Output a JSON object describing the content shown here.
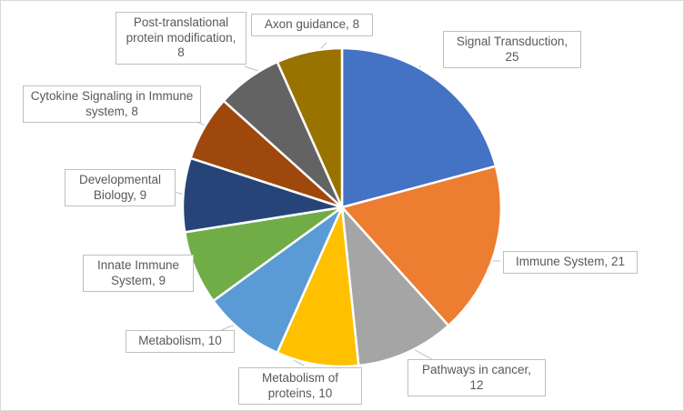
{
  "chart_data": {
    "type": "pie",
    "title": "",
    "xlabel": "",
    "ylabel": "",
    "legend_position": "none",
    "grid": false,
    "start_angle_deg": 0,
    "direction": "clockwise",
    "total": 120,
    "categories": [
      "Signal Transduction",
      "Immune System",
      "Pathways in cancer",
      "Metabolism of proteins",
      "Metabolism",
      "Innate Immune System",
      "Developmental Biology",
      "Cytokine Signaling in Immune system",
      "Post-translational protein modification",
      "Axon guidance"
    ],
    "values": [
      25,
      21,
      12,
      10,
      10,
      9,
      9,
      8,
      8,
      8
    ],
    "colors": [
      "#4472C4",
      "#ED7D31",
      "#A5A5A5",
      "#FFC000",
      "#5B9BD5",
      "#70AD47",
      "#264478",
      "#9E480E",
      "#636363",
      "#997300"
    ],
    "slices": [
      {
        "label": "Signal Transduction, 25",
        "name": "Signal Transduction",
        "value": 25,
        "color": "#4472C4"
      },
      {
        "label": "Immune System, 21",
        "name": "Immune System",
        "value": 21,
        "color": "#ED7D31"
      },
      {
        "label": "Pathways in cancer, 12",
        "name": "Pathways in cancer",
        "value": 12,
        "color": "#A5A5A5"
      },
      {
        "label": "Metabolism of proteins, 10",
        "name": "Metabolism of proteins",
        "value": 10,
        "color": "#FFC000"
      },
      {
        "label": "Metabolism, 10",
        "name": "Metabolism",
        "value": 10,
        "color": "#5B9BD5"
      },
      {
        "label": "Innate Immune System, 9",
        "name": "Innate Immune System",
        "value": 9,
        "color": "#70AD47"
      },
      {
        "label": "Developmental Biology, 9",
        "name": "Developmental Biology",
        "value": 9,
        "color": "#264478"
      },
      {
        "label": "Cytokine Signaling in Immune system, 8",
        "name": "Cytokine Signaling in Immune system",
        "value": 8,
        "color": "#9E480E"
      },
      {
        "label": "Post-translational protein modification, 8",
        "name": "Post-translational protein modification",
        "value": 8,
        "color": "#636363"
      },
      {
        "label": "Axon guidance, 8",
        "name": "Axon guidance",
        "value": 8,
        "color": "#997300"
      }
    ]
  },
  "labels": {
    "signal_transduction": "Signal Transduction, 25",
    "immune_system": "Immune System, 21",
    "pathways_in_cancer": "Pathways in cancer, 12",
    "metabolism_of_proteins": "Metabolism of proteins, 10",
    "metabolism": "Metabolism, 10",
    "innate_immune_system": "Innate Immune System, 9",
    "developmental_biology": "Developmental Biology, 9",
    "cytokine_signaling": "Cytokine Signaling in Immune system, 8",
    "post_translational": "Post-translational protein modification, 8",
    "axon_guidance": "Axon guidance, 8"
  },
  "style": {
    "slice_border": "#ffffff",
    "callout_border": "#bfbfbf",
    "callout_text": "#595959",
    "frame_border": "#d9d9d9"
  }
}
